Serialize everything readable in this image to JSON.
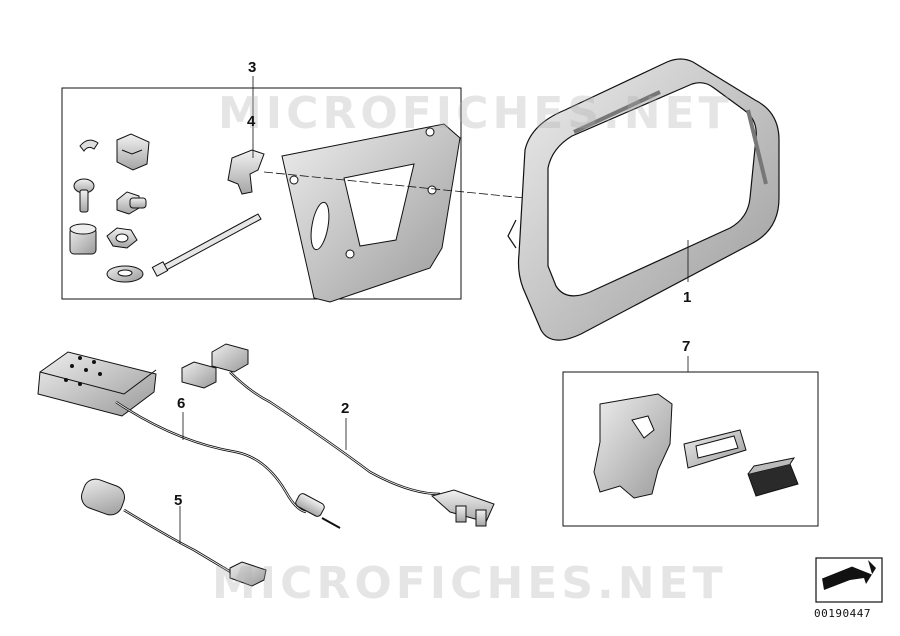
{
  "callouts": {
    "c1": "1",
    "c2": "2",
    "c3": "3",
    "c4": "4",
    "c5": "5",
    "c6": "6",
    "c7": "7"
  },
  "diagram_id": "00190447",
  "watermark": {
    "top": "MICROFICHES.NET",
    "bottom": "MICROFICHES.NET"
  },
  "colors": {
    "line": "#111111",
    "part_fill": "#d8d8d8",
    "part_dark": "#8a8a8a",
    "watermark": "#afafaf"
  }
}
